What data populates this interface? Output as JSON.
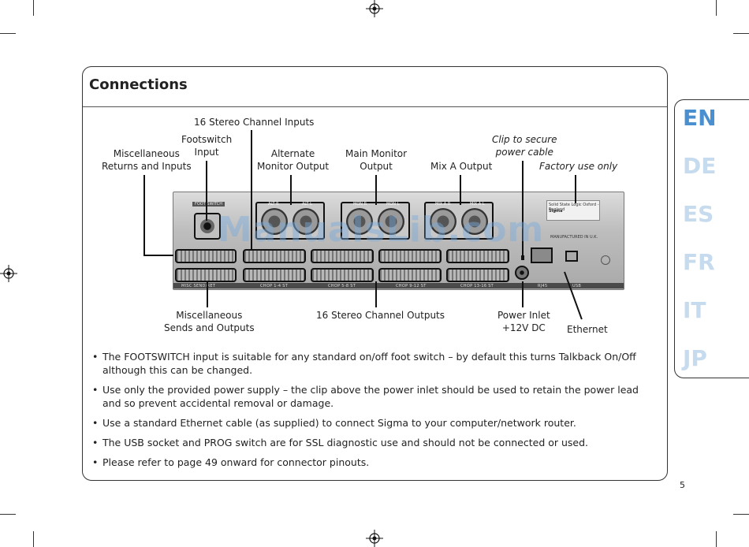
{
  "page": {
    "heading": "Connections",
    "page_number": "5",
    "watermark": "ManualsLib.com"
  },
  "callouts": {
    "stereo_inputs": "16 Stereo Channel Inputs",
    "footswitch": [
      "Footswitch",
      "Input"
    ],
    "misc_returns": [
      "Miscellaneous",
      "Returns and Inputs"
    ],
    "alt_monitor": [
      "Alternate",
      "Monitor Output"
    ],
    "main_monitor": [
      "Main Monitor",
      "Output"
    ],
    "mix_a": "Mix A Output",
    "clip": [
      "Clip to secure",
      "power cable"
    ],
    "factory": "Factory use only",
    "misc_sends": [
      "Miscellaneous",
      "Sends and Outputs"
    ],
    "stereo_outputs": "16 Stereo Channel Outputs",
    "power_inlet": [
      "Power Inlet",
      "+12V DC"
    ],
    "ethernet": "Ethernet"
  },
  "panel_labels": {
    "foot_switch": "FOOT SWITCH",
    "alt_r": "ALT R",
    "alt_l": "ALT L",
    "mon_r": "MON R",
    "mon_l": "MON L",
    "mix_a_r": "MIX A R",
    "mix_a_l": "MIX A L",
    "misc_send": "MISC SEND/RET",
    "chop1": "CHOP 1-4 ST",
    "chop2": "CHOP 5-8 ST",
    "chop3": "CHOP 9-12 ST",
    "chop4": "CHOP 13-16 ST",
    "rj45": "RJ45",
    "usb": "USB",
    "manufactured": "MANUFACTURED IN U.K.",
    "sticker_line1": "Solid State Logic  Oxford - England",
    "sticker_line2": "Sigma"
  },
  "bullets": [
    "The FOOTSWITCH input is suitable for any standard on/off foot switch – by default this turns Talkback On/Off although this can be changed.",
    "Use only the provided power supply – the clip above the power inlet should be used to retain the power lead and so prevent accidental removal or damage.",
    "Use a standard Ethernet cable (as supplied) to connect Sigma to your computer/network router.",
    "The USB socket and PROG switch are for SSL diagnostic use and should not be connected or used.",
    "Please refer to page 49 onward for connector pinouts."
  ],
  "languages": [
    {
      "code": "EN",
      "color": "#4a8fcf",
      "active": true
    },
    {
      "code": "DE",
      "color": "#c7dbee",
      "active": false
    },
    {
      "code": "ES",
      "color": "#c7dbee",
      "active": false
    },
    {
      "code": "FR",
      "color": "#c7dbee",
      "active": false
    },
    {
      "code": "IT",
      "color": "#c7dbee",
      "active": false
    },
    {
      "code": "JP",
      "color": "#c7dbee",
      "active": false
    }
  ]
}
